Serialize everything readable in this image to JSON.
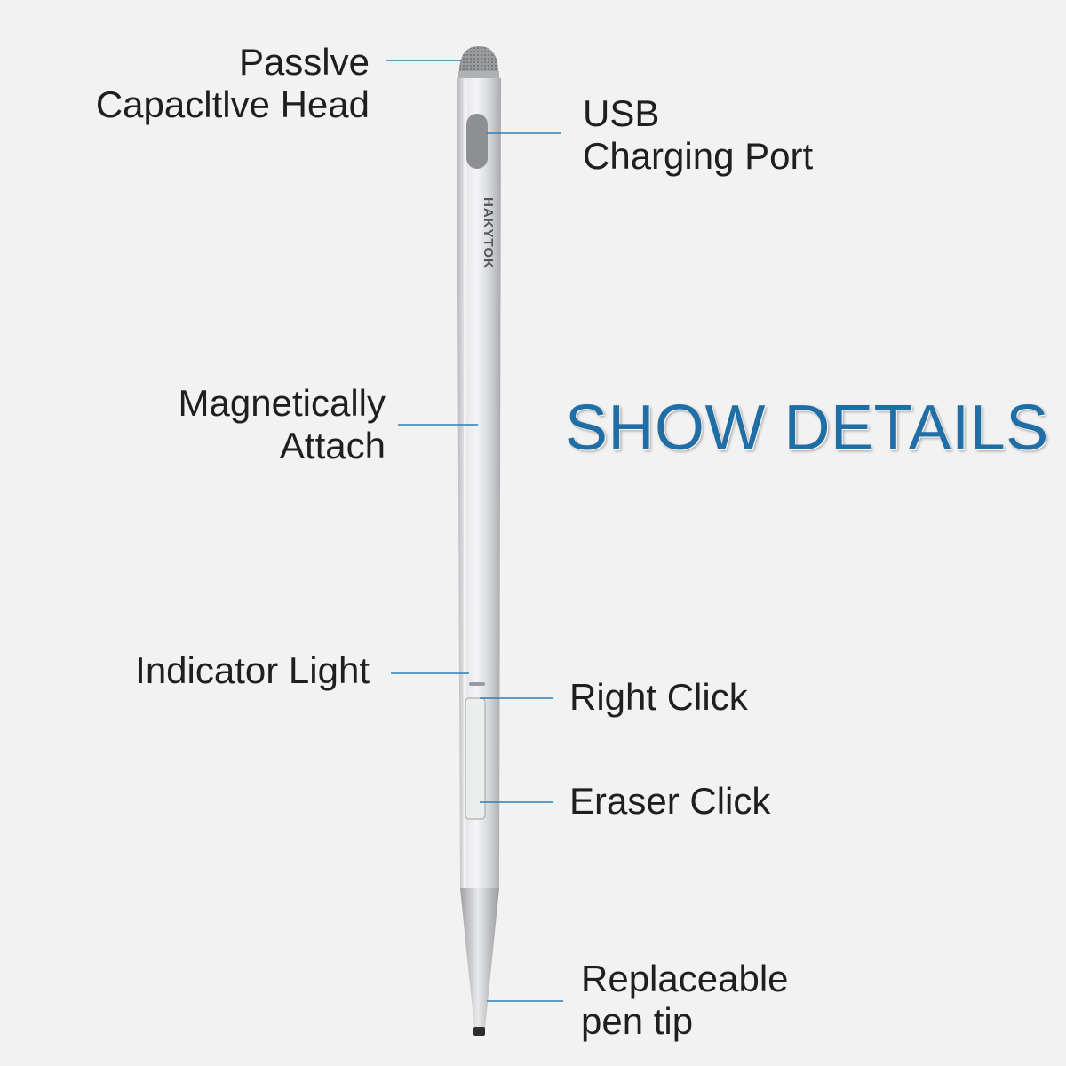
{
  "headline": {
    "text": "SHOW DETAILS",
    "color": "#1f6ea5"
  },
  "brand": {
    "text": "HAKYTOK"
  },
  "labels": {
    "passive_head": [
      "Passlve",
      "Capacltlve Head"
    ],
    "usb_port": [
      "USB",
      "Charging Port"
    ],
    "magnetic": [
      "Magnetically",
      "Attach"
    ],
    "indicator": [
      "Indicator Light"
    ],
    "right_click": [
      "Right Click"
    ],
    "eraser_click": [
      "Eraser Click"
    ],
    "pen_tip": [
      "Replaceable",
      "pen tip"
    ]
  },
  "colors": {
    "background": "#f2f2f2",
    "leader_line": "#2c7fb4",
    "pen_body": "#d9dadc",
    "pen_highlight": "#f5f6f7",
    "pen_shadow": "#a8a9ab",
    "text": "#1f1f1f"
  }
}
